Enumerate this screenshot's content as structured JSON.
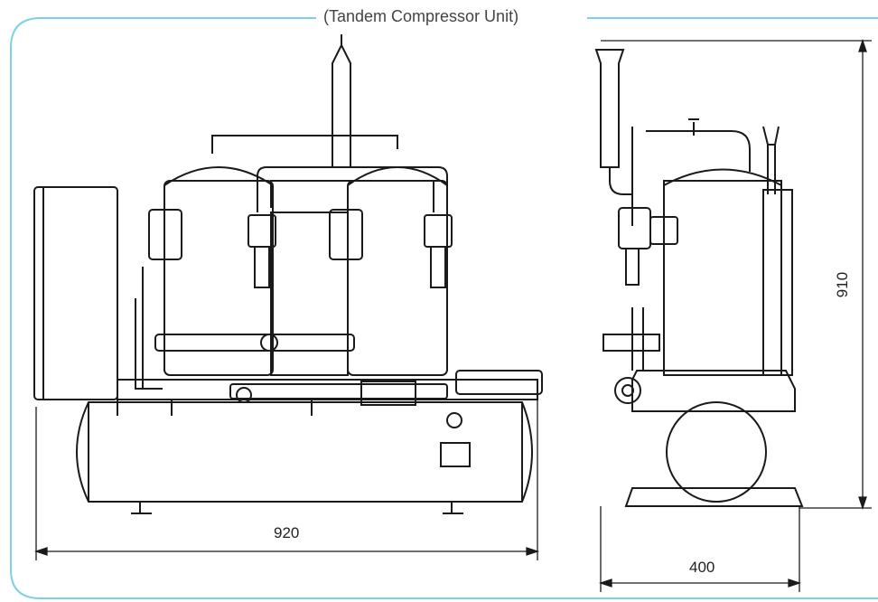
{
  "title": "(Tandem Compressor Unit)",
  "dimensions": {
    "width": "920",
    "depth": "400",
    "height": "910"
  },
  "colors": {
    "frame": "#7ecfe8",
    "line": "#1a1a1a"
  }
}
